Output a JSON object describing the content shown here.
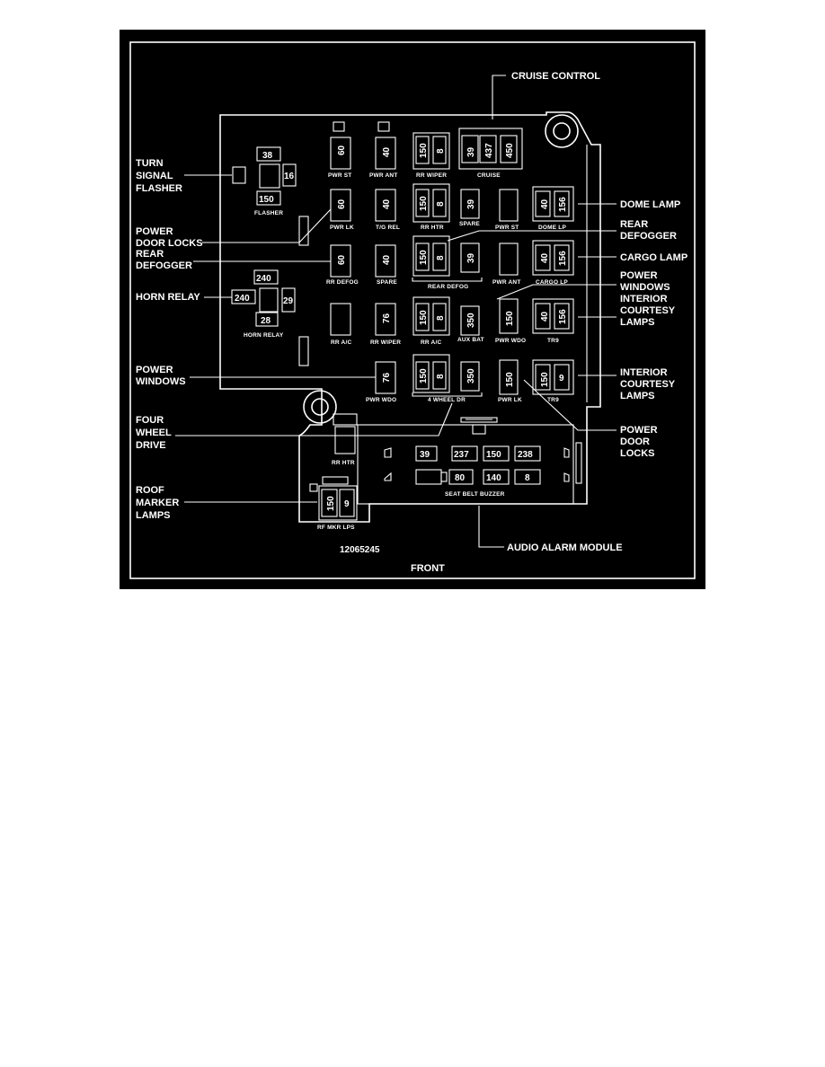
{
  "callouts": {
    "cruise_control": "CRUISE CONTROL",
    "turn_signal_1": "TURN",
    "turn_signal_2": "SIGNAL",
    "turn_signal_3": "FLASHER",
    "dome_lamp": "DOME LAMP",
    "power_door_locks_left_1": "POWER",
    "power_door_locks_left_2": "DOOR LOCKS",
    "rear_defogger_left_1": "REAR",
    "rear_defogger_left_2": "DEFOGGER",
    "rear_defogger_right_1": "REAR",
    "rear_defogger_right_2": "DEFOGGER",
    "cargo_lamp": "CARGO LAMP",
    "power_windows_right_1": "POWER",
    "power_windows_right_2": "WINDOWS",
    "interior_courtesy_1_1": "INTERIOR",
    "interior_courtesy_1_2": "COURTESY",
    "interior_courtesy_1_3": "LAMPS",
    "horn_relay": "HORN RELAY",
    "power_windows_left_1": "POWER",
    "power_windows_left_2": "WINDOWS",
    "interior_courtesy_2_1": "INTERIOR",
    "interior_courtesy_2_2": "COURTESY",
    "interior_courtesy_2_3": "LAMPS",
    "four_wheel_1": "FOUR",
    "four_wheel_2": "WHEEL",
    "four_wheel_3": "DRIVE",
    "power_door_locks_right_1": "POWER",
    "power_door_locks_right_2": "DOOR",
    "power_door_locks_right_3": "LOCKS",
    "roof_marker_1": "ROOF",
    "roof_marker_2": "MARKER",
    "roof_marker_3": "LAMPS",
    "audio_alarm": "AUDIO ALARM MODULE",
    "horn_relay_num": "240"
  },
  "relays": {
    "flasher": {
      "n1": "38",
      "n2": "16",
      "n3": "150",
      "label": "FLASHER"
    },
    "horn": {
      "n1": "240",
      "n2": "29",
      "n3": "28",
      "label": "HORN RELAY"
    }
  },
  "fuse_labels": {
    "pwr_st_1": "PWR ST",
    "pwr_ant_1": "PWR ANT",
    "rr_wiper_1": "RR WIPER",
    "cruise": "CRUISE",
    "pwr_lk_1": "PWR LK",
    "tg_rel": "T/G REL",
    "rr_htr_1": "RR HTR",
    "spare_1": "SPARE",
    "pwr_st_2": "PWR ST",
    "dome_lp": "DOME LP",
    "rr_defog": "RR DEFOG",
    "spare_2": "SPARE",
    "rear_defog": "REAR DEFOG",
    "pwr_ant_2": "PWR ANT",
    "cargo_lp": "CARGO LP",
    "rr_ac_1": "RR A/C",
    "rr_wiper_2": "RR WIPER",
    "rr_ac_2": "RR A/C",
    "aux_bat": "AUX BAT",
    "pwr_wdo_1": "PWR WDO",
    "tr9_1": "TR9",
    "pwr_wdo_2": "PWR WDO",
    "four_wheel_dr": "4 WHEEL DR",
    "pwr_lk_2": "PWR LK",
    "tr9_2": "TR9",
    "rr_htr_2": "RR HTR",
    "rf_mkr_lps": "RF MKR LPS",
    "seat_belt_buzzer": "SEAT BELT BUZZER"
  },
  "fuse_numbers": {
    "n60a": "60",
    "n40a": "40",
    "n150a": "150",
    "n8a": "8",
    "n39a": "39",
    "n437": "437",
    "n450": "450",
    "n60b": "60",
    "n40b": "40",
    "n150b": "150",
    "n8b": "8",
    "n39b": "39",
    "n40c": "40",
    "n156a": "156",
    "n60c": "60",
    "n40d": "40",
    "n150c": "150",
    "n8c": "8",
    "n39c": "39",
    "n40e": "40",
    "n156b": "156",
    "n76a": "76",
    "n150d": "150",
    "n8d": "8",
    "n350a": "350",
    "n150e": "150",
    "n40f": "40",
    "n156c": "156",
    "n76b": "76",
    "n150f": "150",
    "n8e": "8",
    "n350b": "350",
    "n150g": "150",
    "n150h": "150",
    "n9a": "9",
    "n150i": "150",
    "n9b": "9"
  },
  "module": {
    "row1": [
      "39",
      "237",
      "150",
      "238"
    ],
    "row2": [
      "80",
      "140",
      "8"
    ]
  },
  "part_number": "12065245",
  "front_label": "FRONT"
}
